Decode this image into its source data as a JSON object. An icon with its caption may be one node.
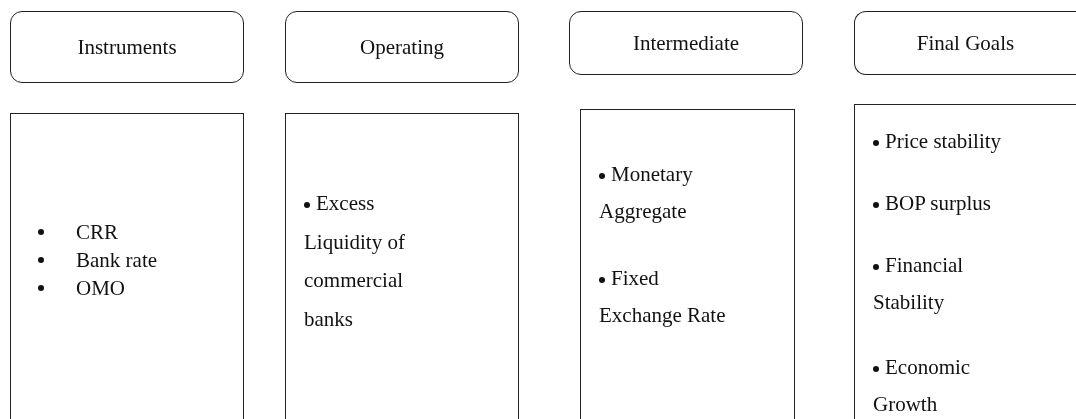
{
  "diagram": {
    "nodes": [
      {
        "text": [
          "Instruments"
        ]
      },
      {
        "text": [
          "Operating"
        ]
      },
      {
        "text": [
          "Intermediate"
        ]
      },
      {
        "text": [
          "Final Goals"
        ]
      },
      {
        "text": [
          "CRR",
          "Bank rate",
          "OMO"
        ]
      },
      {
        "text": [
          "Excess Liquidity of commercial banks"
        ]
      },
      {
        "text": [
          "Monetary Aggregate",
          "Fixed Exchange Rate"
        ]
      },
      {
        "text": [
          "Price stability",
          "BOP surplus",
          "Financial Stability",
          "Economic Growth"
        ]
      }
    ]
  }
}
